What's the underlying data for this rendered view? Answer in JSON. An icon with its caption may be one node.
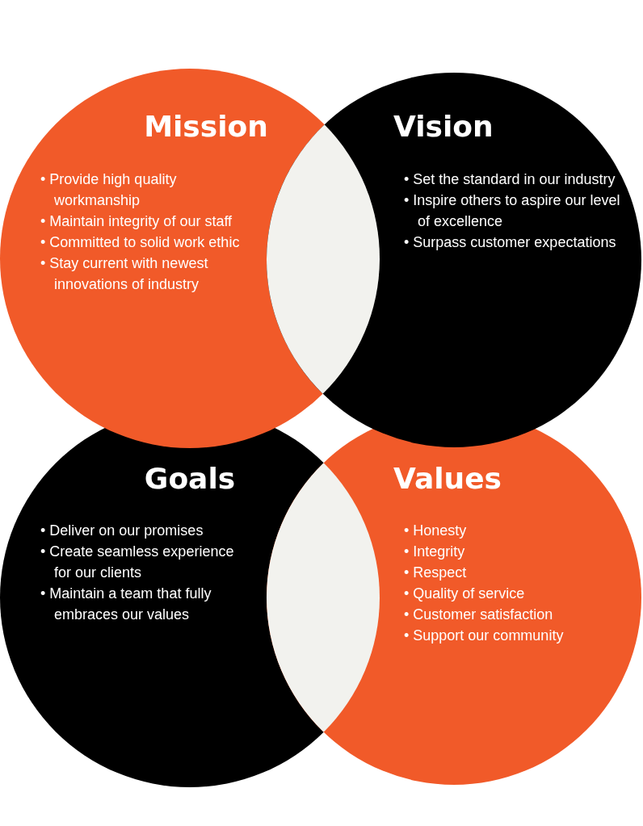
{
  "diagram": {
    "nodes": [
      {
        "text": [
          "Mission",
          "• Provide high quality workmanship",
          "• Maintain integrity of our staff",
          "• Committed to solid work ethic",
          "• Stay current with newest innovations of industry"
        ]
      },
      {
        "text": [
          "Vision",
          "• Set the standard in our industry",
          "• Inspire others to aspire our level of excellence",
          "• Surpass customer expectations"
        ]
      },
      {
        "text": [
          "Goals",
          "• Deliver on our promises",
          "• Create seamless experience for our clients",
          "• Maintain a team that fully embraces our values"
        ]
      },
      {
        "text": [
          "Values",
          "• Honesty",
          "• Integrity",
          "• Respect",
          "• Quality of service",
          "• Customer satisfaction",
          "• Support our community"
        ]
      },
      {
        "text": [],
        "shape": "lens"
      },
      {
        "text": [],
        "shape": "lens"
      }
    ]
  }
}
